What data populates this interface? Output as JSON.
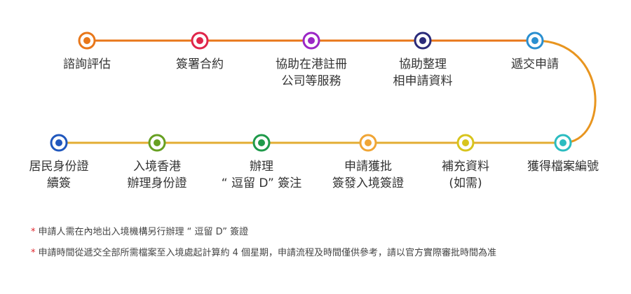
{
  "colors": {
    "line_top": "#e8771a",
    "line_bottom": "#e3ad33",
    "curve": "#e8951f",
    "star": "#e0272e"
  },
  "steps": [
    {
      "lines": [
        "諮詢評估"
      ],
      "color": "#e8771a"
    },
    {
      "lines": [
        "簽署合約"
      ],
      "color": "#e0254a"
    },
    {
      "lines": [
        "協助在港註冊",
        "公司等服務"
      ],
      "color": "#9b27c6"
    },
    {
      "lines": [
        "協助整理",
        "相申請資料"
      ],
      "color": "#2b2b7a"
    },
    {
      "lines": [
        "遞交申請"
      ],
      "color": "#2a8fd0"
    },
    {
      "lines": [
        "獲得檔案編號"
      ],
      "color": "#2bbcc0"
    },
    {
      "lines": [
        "補充資料",
        "(如需)"
      ],
      "color": "#d8c41d"
    },
    {
      "lines": [
        "申請獲批",
        "簽發入境簽證"
      ],
      "color": "#f0a535"
    },
    {
      "lines": [
        "辦理",
        "“ 逗留 D” 簽注"
      ],
      "color": "#1f9a4a"
    },
    {
      "lines": [
        "入境香港",
        "辦理身份證"
      ],
      "color": "#67a022"
    },
    {
      "lines": [
        "居民身份證",
        "續簽"
      ],
      "color": "#2057bd"
    }
  ],
  "notes": [
    "申請人需在內地出入境機構另行辦理 “ 逗留 D” 簽證",
    "申請時間從遞交全部所需檔案至入境處起計算約 4 個星期，申請流程及時間僅供參考，請以官方實際審批時間為准"
  ],
  "note_marker": "*"
}
